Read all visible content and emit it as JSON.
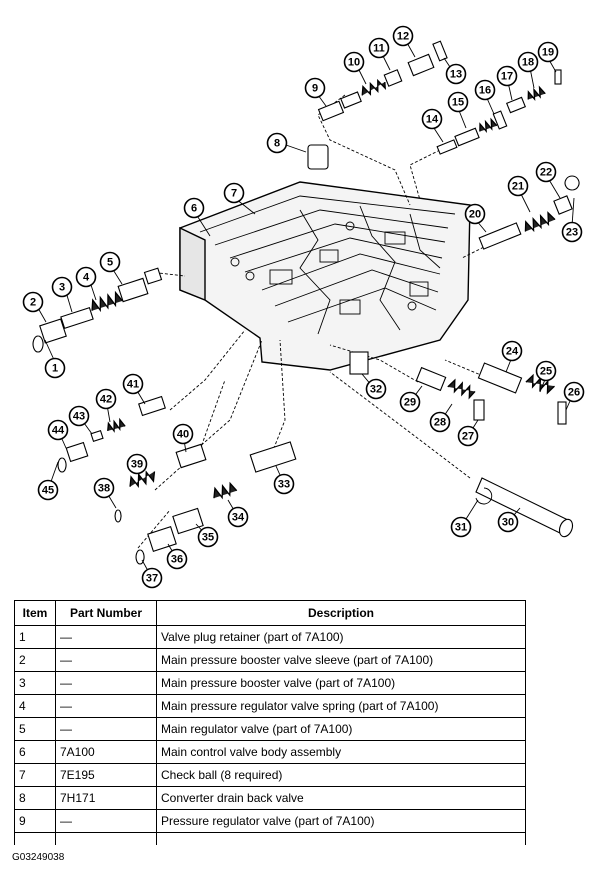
{
  "table": {
    "headers": {
      "item": "Item",
      "part_number": "Part Number",
      "description": "Description"
    },
    "rows": [
      {
        "item": "1",
        "part_number": "—",
        "description": "Valve plug retainer (part of 7A100)"
      },
      {
        "item": "2",
        "part_number": "—",
        "description": "Main pressure booster valve sleeve (part of 7A100)"
      },
      {
        "item": "3",
        "part_number": "—",
        "description": "Main pressure booster valve (part of 7A100)"
      },
      {
        "item": "4",
        "part_number": "—",
        "description": "Main pressure regulator valve spring (part of 7A100)"
      },
      {
        "item": "5",
        "part_number": "—",
        "description": "Main regulator valve (part of 7A100)"
      },
      {
        "item": "6",
        "part_number": "7A100",
        "description": "Main control valve body assembly"
      },
      {
        "item": "7",
        "part_number": "7E195",
        "description": "Check ball (8 required)"
      },
      {
        "item": "8",
        "part_number": "7H171",
        "description": "Converter drain back valve"
      },
      {
        "item": "9",
        "part_number": "—",
        "description": "Pressure regulator valve (part of 7A100)"
      }
    ]
  },
  "figure_code": "G03249038",
  "callouts": [
    "1",
    "2",
    "3",
    "4",
    "5",
    "6",
    "7",
    "8",
    "9",
    "10",
    "11",
    "12",
    "13",
    "14",
    "15",
    "16",
    "17",
    "18",
    "19",
    "20",
    "21",
    "22",
    "23",
    "24",
    "25",
    "26",
    "27",
    "28",
    "29",
    "30",
    "31",
    "32",
    "33",
    "34",
    "35",
    "36",
    "37",
    "38",
    "39",
    "40",
    "41",
    "42",
    "43",
    "44",
    "45"
  ]
}
